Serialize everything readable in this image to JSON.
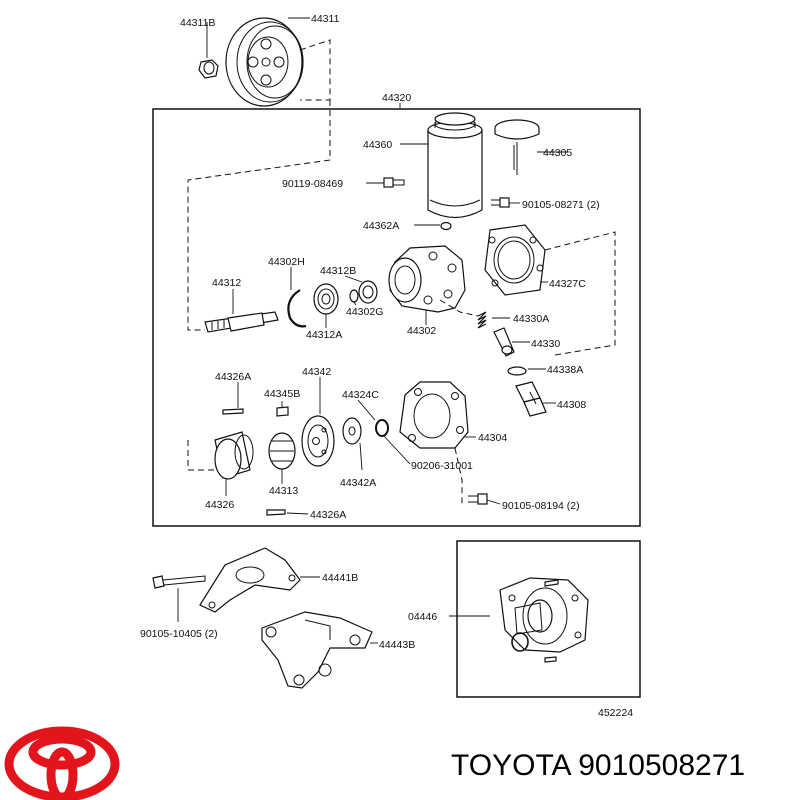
{
  "labels": {
    "p44311B": "44311B",
    "p44311": "44311",
    "p44320": "44320",
    "p44360": "44360",
    "p44305": "44305",
    "p90119_08469": "90119-08469",
    "p90105_08271": "90105-08271 (2)",
    "p44362A": "44362A",
    "p44302H": "44302H",
    "p44312B": "44312B",
    "p44312": "44312",
    "p44302G": "44302G",
    "p44312A": "44312A",
    "p44302": "44302",
    "p44327C": "44327C",
    "p44330A": "44330A",
    "p44330": "44330",
    "p44338A": "44338A",
    "p44308": "44308",
    "p44326A_top": "44326A",
    "p44342": "44342",
    "p44345B": "44345B",
    "p44324C": "44324C",
    "p44304": "44304",
    "p90206_31001": "90206-31001",
    "p44313": "44313",
    "p44342A": "44342A",
    "p44326": "44326",
    "p44326A_bottom": "44326A",
    "p90105_08194": "90105-08194 (2)",
    "p44441B": "44441B",
    "p90105_10405": "90105-10405 (2)",
    "p44443B": "44443B",
    "p04446": "04446",
    "p452224": "452224"
  },
  "footer": {
    "brand_part": "TOYOTA 9010508271"
  },
  "colors": {
    "logo": "#e2141c",
    "ink": "#111111"
  },
  "icons": {
    "logo": "toyota-logo-icon"
  }
}
